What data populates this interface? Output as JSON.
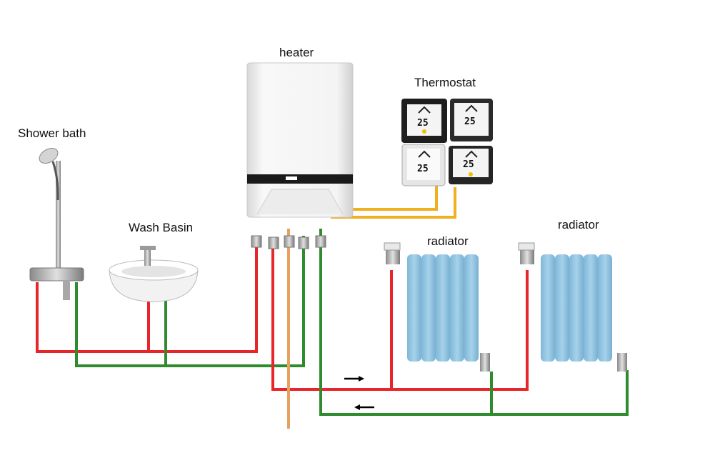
{
  "labels": {
    "heater": "heater",
    "thermostat": "Thermostat",
    "shower": "Shower bath",
    "basin": "Wash Basin",
    "radiator_1": "radiator",
    "radiator_2": "radiator"
  },
  "thermostat_display": {
    "temperature": "25"
  },
  "colors": {
    "hot_pipe": "#e8252b",
    "cold_pipe": "#2e8b2e",
    "gas_pipe": "#e8a060",
    "control_wire": "#f0b020",
    "radiator": "#8cc2e0",
    "heater_body": "#f2f2f2"
  },
  "icons": [
    "arrow-right-icon",
    "arrow-left-icon"
  ]
}
